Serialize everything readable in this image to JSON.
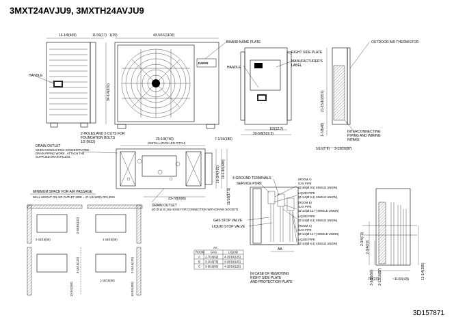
{
  "title": "3MXT24AVJU9, 3MXTH24AVJU9",
  "document_number": "3D157871",
  "front_view": {
    "width_dim": "43-5/16(1100)",
    "height_dim": "34-1/4(870)",
    "top_left_dim": "1(25)",
    "brand_name_plate": "BRAND NAME PLATE",
    "brand": "DAIKIN"
  },
  "left_view": {
    "depth_dim": "16-1/8(409)",
    "top_dim": "11/16(17)",
    "handle": "HANDLE",
    "holes_note": "2-HOLES AND 2-CUTS FOR FOUNDATION BOLTS",
    "bolt": "1/2 (M12)"
  },
  "right_view": {
    "right_side_plate": "RIGHT SIDE PLATE",
    "manufacturers_label": "MANUFACTURER'S LABEL",
    "handle": "HANDLE",
    "bottom_dim": "20-5/8(522.5)",
    "small_dim": "1/2(12.7)"
  },
  "side_view": {
    "outdoor_air_thermistor": "OUTDOOR AIR THERMISTOR",
    "height_dim": "21-15/16(557)",
    "interconnecting": "INTERCONNECTING PIPING AND WIRING INTAKE",
    "low_dim": "1-7/8(48)",
    "d1": "5/16(7.6)",
    "d2": "3-13/16(97)"
  },
  "bottom_view": {
    "drain_outlet": "DRAIN OUTLET",
    "drain_note": "WHEN CONDUCTING CONCENTRATED DRAIN PIPING WORK, ATTACH THE SUPPLIED DRAIN PLUGS.",
    "pitch_dim": "29-1/8(740)",
    "pitch_label": "(INSTALLATION LEG PITCH)",
    "d_right": "7-1/16(180)",
    "d_h1": "16-3/4(425)",
    "d_h2": "19-1/16(488)",
    "d_h3": "11/16(17.5)",
    "d_bottom": "23-7/8(606)",
    "drain_outlet2": "DRAIN OUTLET",
    "drain_hose": "(ID Ø 11-0 (16) HOSE FOR CONNECTION WITH DRAIN SOCKET)"
  },
  "min_space": {
    "heading": "MINIMUM SPACE FOR AIR PASSAGE",
    "wall_height": "WALL HEIGHT ON AIR OUTLET SIDE = 47-1/4(1200) OR LESS",
    "dims": [
      "2-15/16(50)",
      "3-15/16(100)",
      "1-15/16(50)",
      "3-15/16(100)",
      "1-15/16(50)",
      "11-13/16(300)",
      "2-15/16(100)",
      "11-13/16(300)",
      "1-15/16(50)",
      "13-3/4(350)",
      "13-3/4(350)"
    ]
  },
  "piping": {
    "ground_terminals": "4-GROUND TERMINALS",
    "service_port": "SERVICE PORT",
    "gas_stop_valve": "GAS STOP VALVE",
    "liquid_stop_valve": "LIQUID STOP VALVE",
    "room_a_title": "(ROOM A)",
    "room_a_gas": "GAS PIPE (Ø 3/8(Ø 9.5) SINGLE UNION)",
    "room_a_liq": "LIQUID PIPE (Ø 1/4(Ø 6.4) SINGLE UNION)",
    "room_b_title": "(ROOM B)",
    "room_b_gas": "GAS PIPE (Ø 1/2(Ø 12.7) SINGLE UNION)",
    "room_b_liq": "LIQUID PIPE (Ø 1/4(Ø 6.4) SINGLE UNION)",
    "room_c_title": "(ROOM C)",
    "room_c_gas": "GAS PIPE (Ø 1/2(Ø 12.7) SINGLE UNION)",
    "room_c_liq": "LIQUID PIPE (Ø 1/4(Ø 6.4) SINGLE UNION)",
    "aa": "AA",
    "removal_note": "IN CASE OF REMOVING RIGHT SIDE PLATE AND PROTECTION PLATE"
  },
  "pipe_table": {
    "title": "AA",
    "headers": [
      "ROOM",
      "GAS",
      "LIQUID"
    ],
    "rows": [
      [
        "A",
        "2-7/16(62)",
        "4-15/16(125)"
      ],
      [
        "B",
        "3-1/16(78)",
        "4-15/16(125)"
      ],
      [
        "C",
        "3-9/16(90)",
        "4-15/16(125)"
      ]
    ]
  },
  "detail_view": {
    "d1": "3-9/16(90)",
    "d2": "3-13/16(97)",
    "d3": "11-1/4(285)",
    "d4": "7/8(23)",
    "d5": "~11/16(43)",
    "d6": "2-3/4(70)",
    "d7": "2-3/4(70)"
  }
}
